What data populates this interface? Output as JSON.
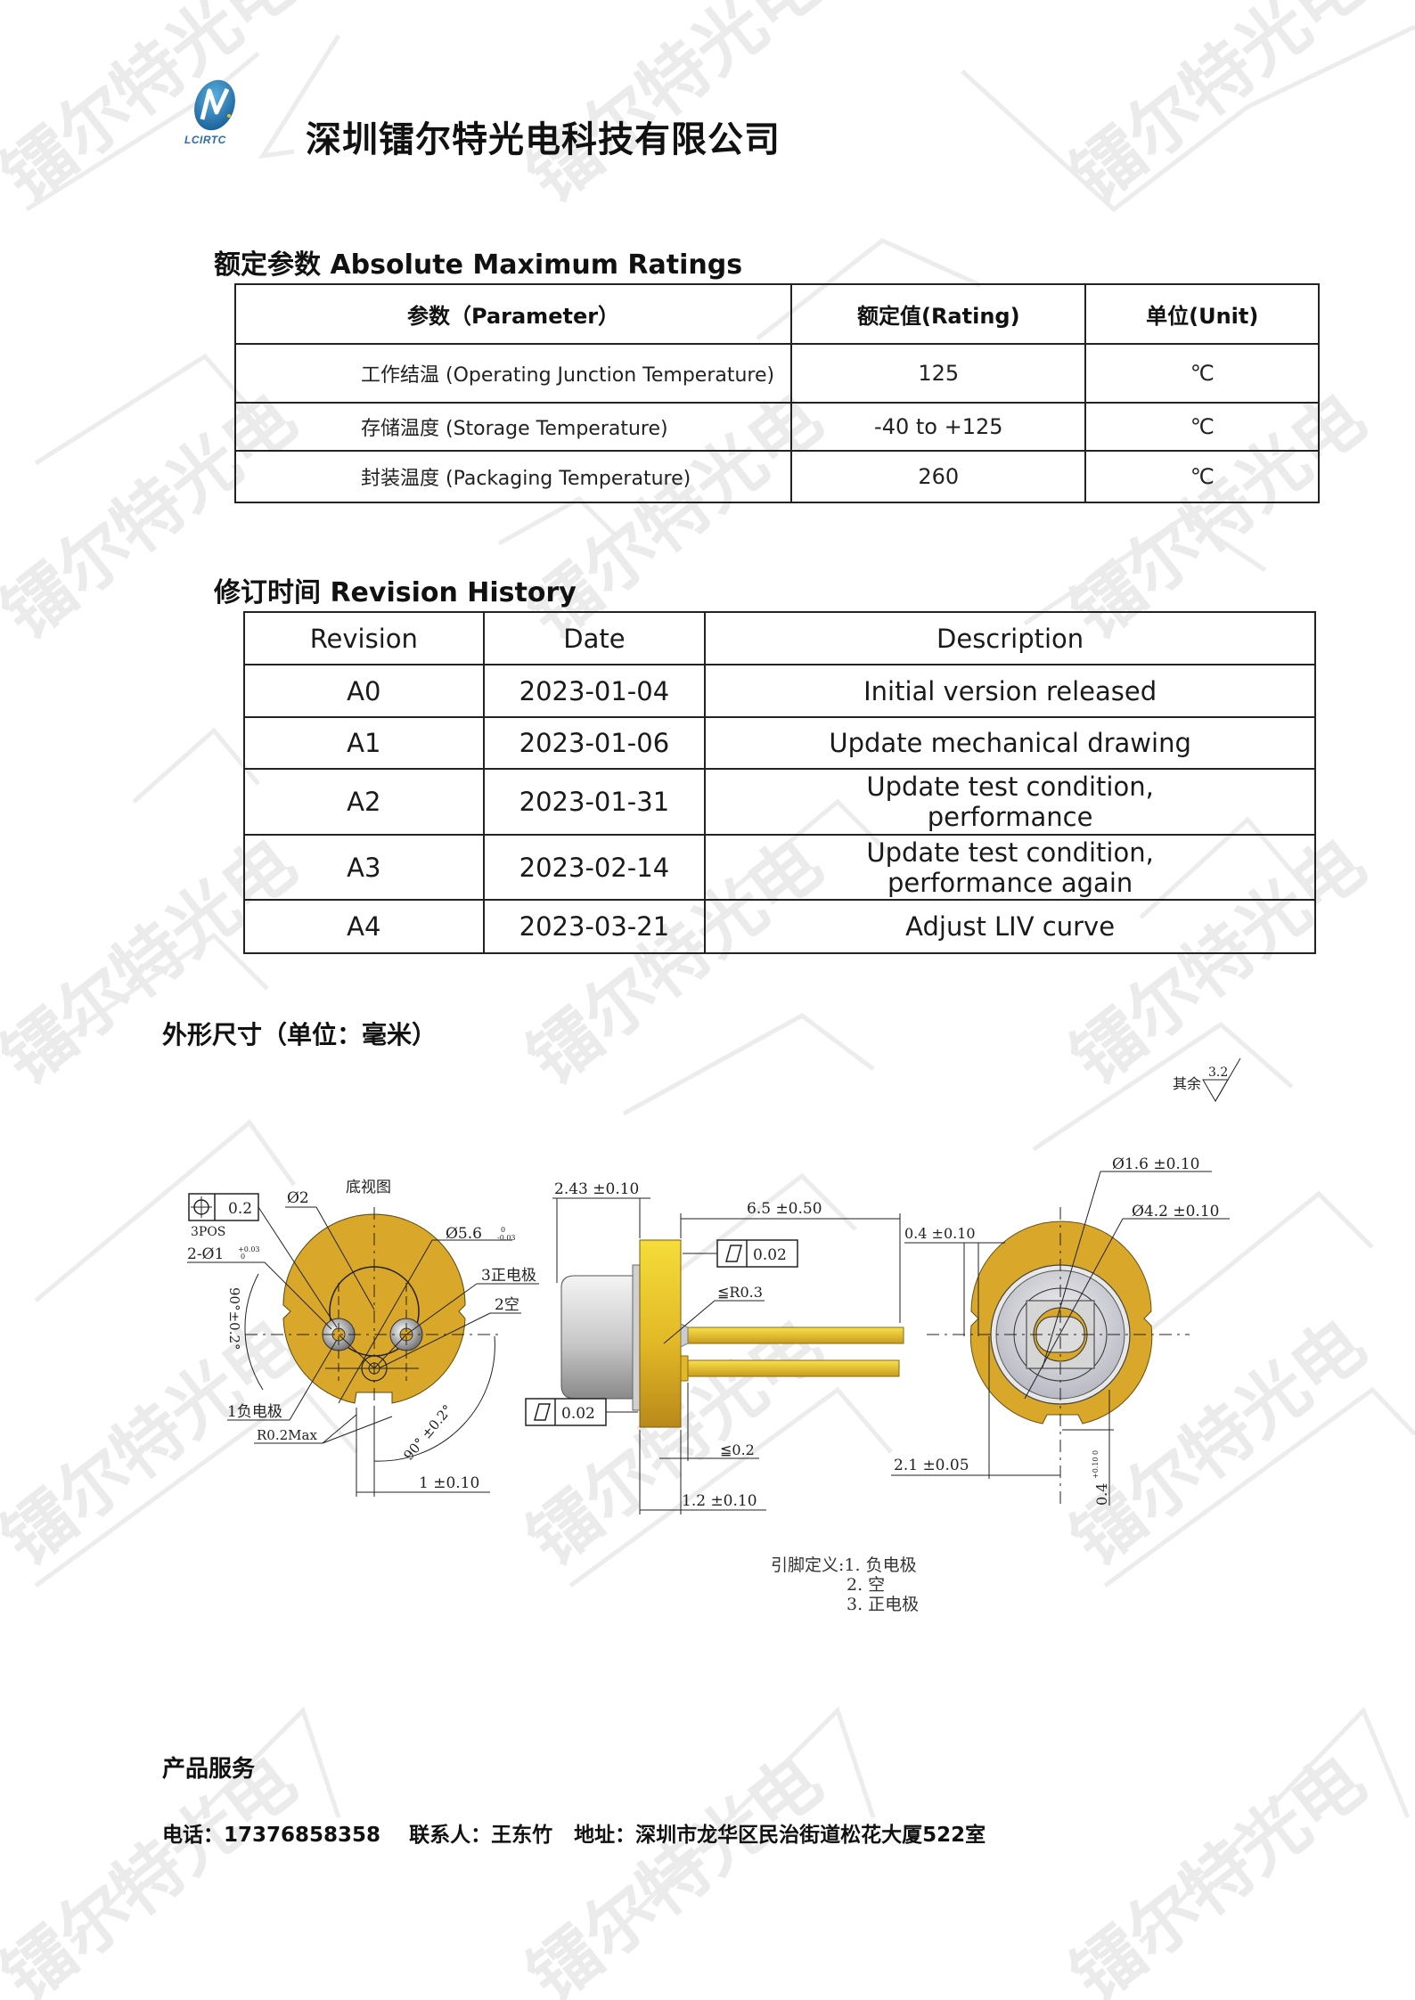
{
  "header": {
    "logo_text": "LCIRTC",
    "company_name": "深圳镭尔特光电科技有限公司"
  },
  "watermark": {
    "text": "镭尔特光电"
  },
  "ratings": {
    "heading": "额定参数 Absolute Maximum Ratings",
    "columns": [
      "参数（Parameter）",
      "额定值(Rating)",
      "单位(Unit)"
    ],
    "rows": [
      {
        "parameter": "工作结温  (Operating  Junction Temperature)",
        "rating": "125",
        "unit": "℃"
      },
      {
        "parameter": "存储温度  (Storage Temperature)",
        "rating": "-40 to +125",
        "unit": "℃"
      },
      {
        "parameter": "封装温度  (Packaging Temperature)",
        "rating": "260",
        "unit": "℃"
      }
    ]
  },
  "revision": {
    "heading": "修订时间 Revision History",
    "columns": [
      "Revision",
      "Date",
      "Description"
    ],
    "rows": [
      {
        "revision": "A0",
        "date": "2023-01-04",
        "description": "Initial version released"
      },
      {
        "revision": "A1",
        "date": "2023-01-06",
        "description": "Update mechanical drawing"
      },
      {
        "revision": "A2",
        "date": "2023-01-31",
        "description": "Update test condition,\nperformance"
      },
      {
        "revision": "A3",
        "date": "2023-02-14",
        "description": "Update test condition,\nperformance again"
      },
      {
        "revision": "A4",
        "date": "2023-03-21",
        "description": "Adjust LIV curve"
      }
    ]
  },
  "dimensions": {
    "heading": "外形尺寸（单位：毫米）",
    "surface_finish": {
      "label": "其余",
      "value": "3.2"
    },
    "bottom_view": {
      "title": "底视图",
      "position_tolerance": "0.2",
      "position_note": "3POS",
      "hole_dia": "2-Ø1",
      "hole_tol": "+0.03 / 0",
      "center_dia": "Ø2",
      "outer_dia": "Ø5.6",
      "outer_tol": "0 / -0.03",
      "angle_left": "90°±0.2°",
      "angle_right": "90° ±0.2°",
      "pin1": "1负电极",
      "pin2": "2空",
      "pin3": "3正电极",
      "radius": "R0.2Max",
      "notch_width": "1 ±0.10"
    },
    "side_view": {
      "cap_length": "2.43 ±0.10",
      "lead_length": "6.5 ±0.50",
      "flatness_top": "0.02",
      "flatness_bottom": "0.02",
      "fillet": "≦R0.3",
      "lead_step": "≦0.2",
      "flange_thickness": "1.2 ±0.10"
    },
    "front_view": {
      "window_dia": "Ø1.6 ±0.10",
      "cap_dia": "Ø4.2 ±0.10",
      "notch_depth": "0.4 ±0.10",
      "offset": "2.1 ±0.05",
      "bottom_gap": "0.4",
      "bottom_gap_tol": "+0.10 / 0"
    },
    "pin_definition": {
      "label": "引脚定义:",
      "items": [
        "1. 负电极",
        "2. 空",
        "3. 正电极"
      ]
    }
  },
  "service": {
    "title": "产品服务",
    "phone_label": "电话：",
    "phone": "17376858358",
    "contact_label": "联系人：",
    "contact": "王东竹",
    "address_label": "地址：",
    "address": "深圳市龙华区民治街道松花大厦522室"
  },
  "colors": {
    "gold": "#d9a72a",
    "gold_light": "#f3d23a",
    "gold_dark": "#b8891a",
    "logo_blue": "#2a7ab8",
    "watermark": "#ebebeb",
    "text": "#111111"
  }
}
